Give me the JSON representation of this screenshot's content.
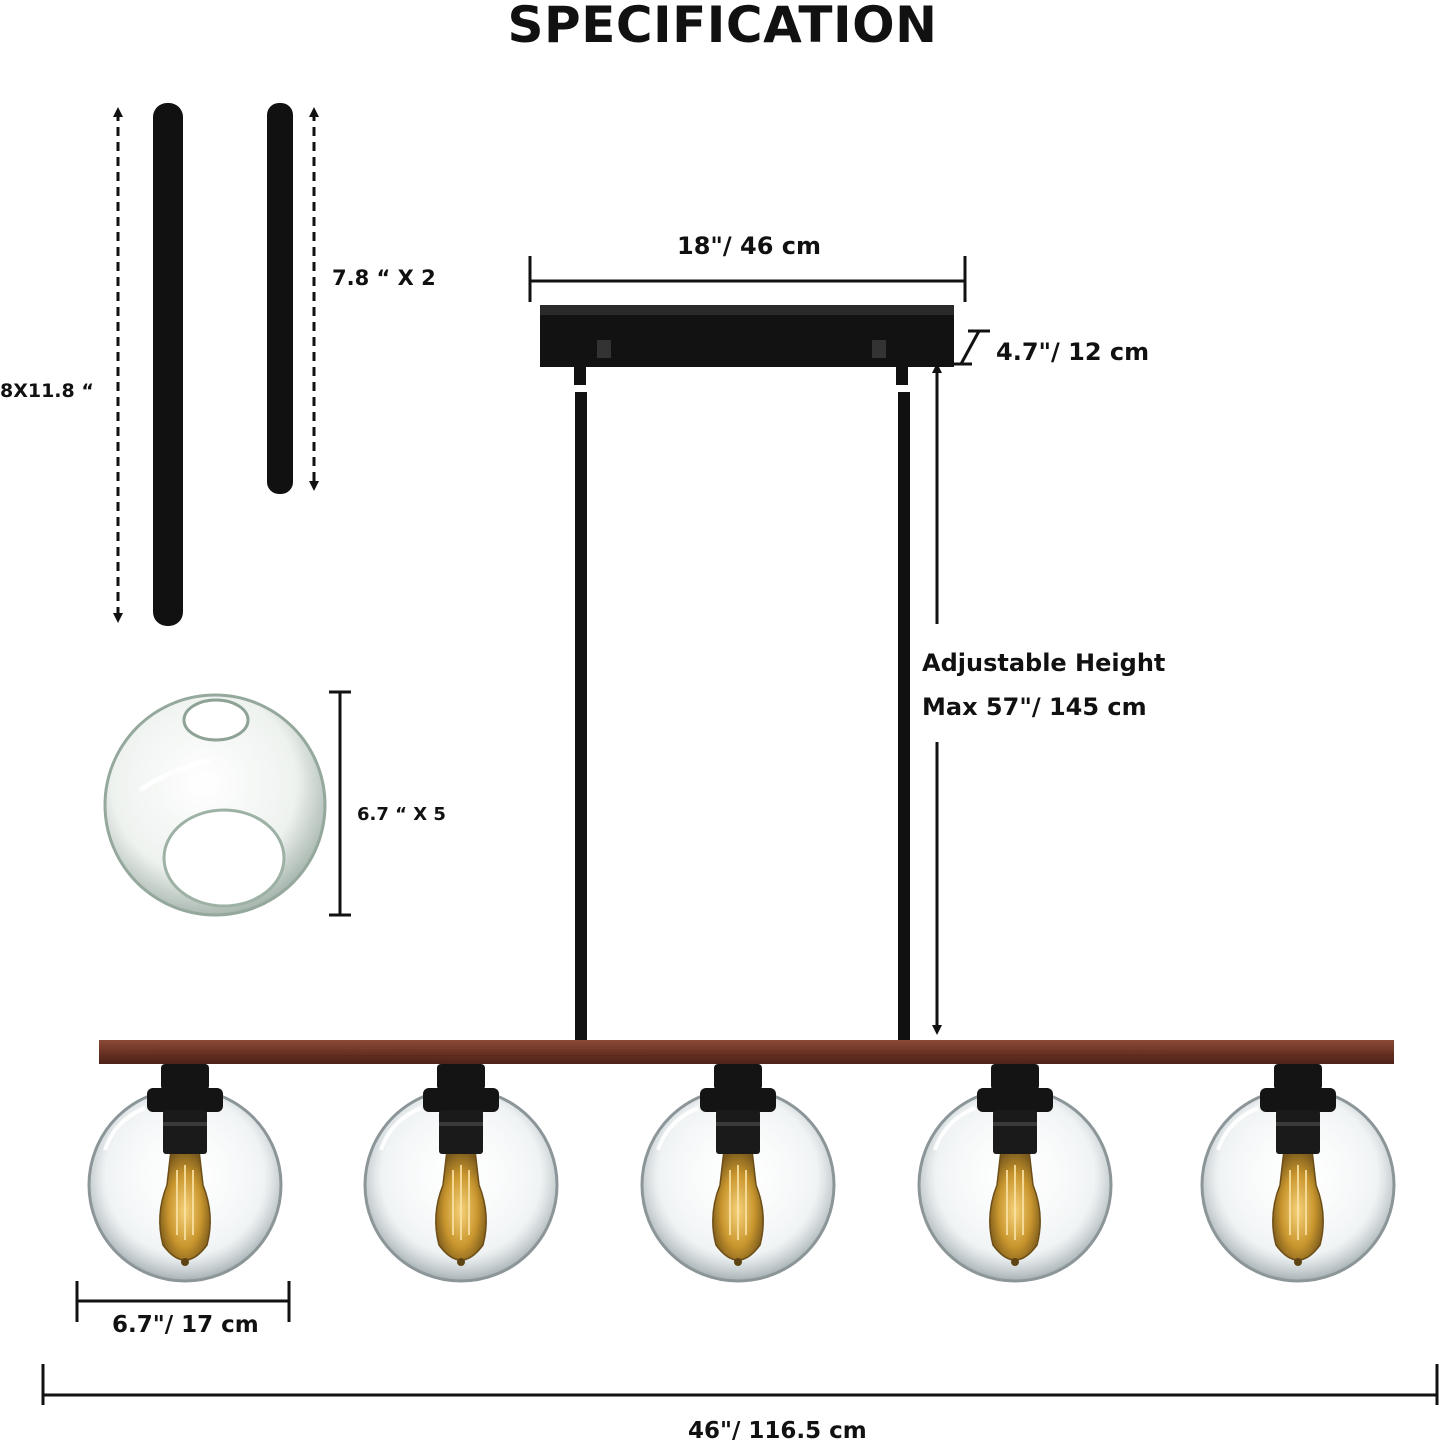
{
  "title": "SPECIFICATION",
  "labels": {
    "long_rod": "8X11.8 “",
    "short_rod": "7.8 “ X 2",
    "shade_part": "6.7 “ X 5",
    "canopy_width": "18\"/ 46 cm",
    "canopy_height": "4.7\"/ 12 cm",
    "adjustable_line1": "Adjustable Height",
    "adjustable_line2": "Max 57\"/ 145 cm",
    "shade_width": "6.7\"/ 17 cm",
    "total_width": "46\"/ 116.5 cm"
  },
  "colors": {
    "metal": "#111111",
    "wood": "#6b3324",
    "glass": "#cfd6d8",
    "bulb": "#c9962e"
  }
}
